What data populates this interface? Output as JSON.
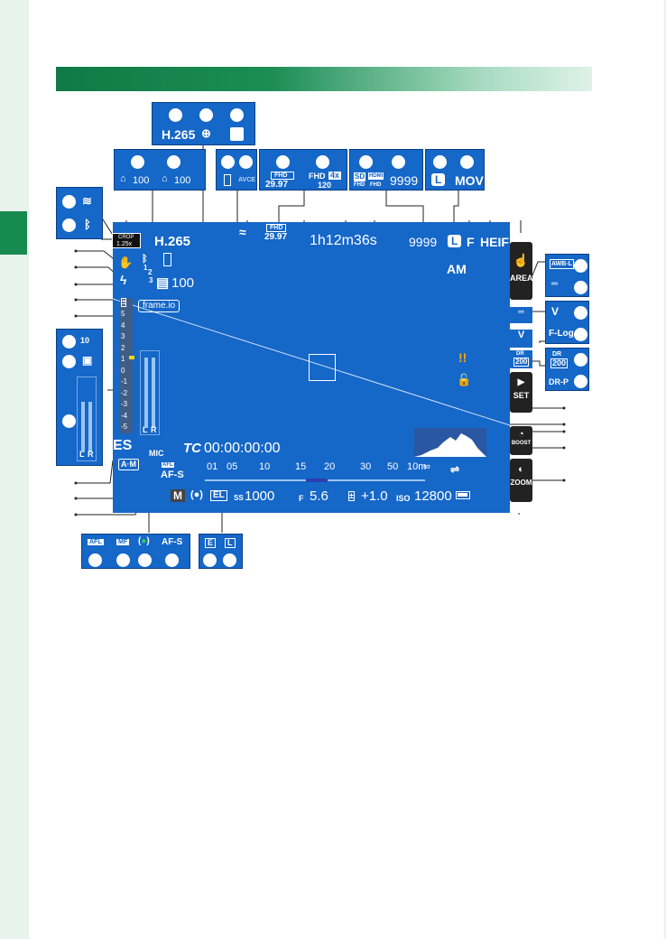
{
  "screen": {
    "codec": "H.265",
    "crop_top": "CROP",
    "crop_value": "1.25x",
    "video_mode_top": "FHD",
    "video_mode_rate": "29.97",
    "recording_time": "1h12m36s",
    "frames_remaining": "9999",
    "image_size": "L",
    "image_quality": "F",
    "file_format": "HEIF",
    "am_label": "AM",
    "drive_fraction_1": "1",
    "drive_fraction_2": "2",
    "drive_fraction_3": "3",
    "drive_count": "100",
    "frameio_label": "frame.io",
    "es_label": "ES",
    "am_switch": "A·M",
    "afl_label": "AFL",
    "af_mode": "AF-S",
    "mic_label": "MIC",
    "timecode_label": "TC",
    "timecode": "00:00:00:00",
    "distance_ticks": [
      "01",
      "05",
      "10",
      "15",
      "20",
      "30",
      "50",
      "10m",
      "∞"
    ],
    "level_ticks": [
      "5",
      "4",
      "3",
      "2",
      "1",
      "0",
      "-1",
      "-2",
      "-3",
      "-4",
      "-5"
    ],
    "level_indicator_value": 1,
    "mode_badge": "M",
    "metering_icon": "(●)",
    "ael_label": "EL",
    "shutter_label": "SS",
    "shutter_value": "1000",
    "aperture_label": "F",
    "aperture_value": "5.6",
    "exposure_comp": "+1.0",
    "iso_label": "ISO",
    "iso_value": "12800",
    "meter_labels": [
      "L",
      "R"
    ],
    "battery_icon": "battery-icon",
    "temp_warning_icon": "temperature-warning-icon",
    "lock_icon": "lock-icon"
  },
  "side_buttons": {
    "area": "AREA",
    "set": "SET",
    "boost": "BOOST",
    "zoom": "ZOOM"
  },
  "callouts": {
    "codec_box": {
      "codec": "H.265"
    },
    "drive_box": {
      "left": "100",
      "right": "100"
    },
    "wireless_box": {
      "wifi": "wifi-icon",
      "bluetooth": "bluetooth-icon"
    },
    "stabilizer_box": {
      "label": "AVCE"
    },
    "video_box": {
      "left_top": "FHD",
      "left_bottom": "29.97",
      "right_top": "FHD",
      "right_badge": "4x",
      "right_bottom": "120"
    },
    "card_box": {
      "sd_top": "SD",
      "sd_bottom": "FHD",
      "hdmi_top": "HDMI",
      "hdmi_bottom": "FHD",
      "count": "9999"
    },
    "format_box": {
      "size": "L",
      "container": "MOV"
    },
    "wb_box": {
      "awb": "AWB-L"
    },
    "flog_box": {
      "label": "F-Log"
    },
    "dr_box": {
      "dr": "DR",
      "value": "200",
      "dr2": "DR",
      "value2": "200",
      "drp": "DR-P"
    },
    "timer_box": {
      "label": "10"
    },
    "af_box": {
      "afl": "AFL",
      "mf": "MF",
      "circle": "( )",
      "afs": "AF-S"
    },
    "el_box": {
      "e": "E",
      "l": "L"
    },
    "meter_box": {
      "l": "L",
      "r": "R"
    }
  },
  "colors": {
    "screen_blue": "#1567c8",
    "header_green": "#0f7a45",
    "highlight_yellow": "#f5d800",
    "warning_orange": "#f5a800"
  }
}
